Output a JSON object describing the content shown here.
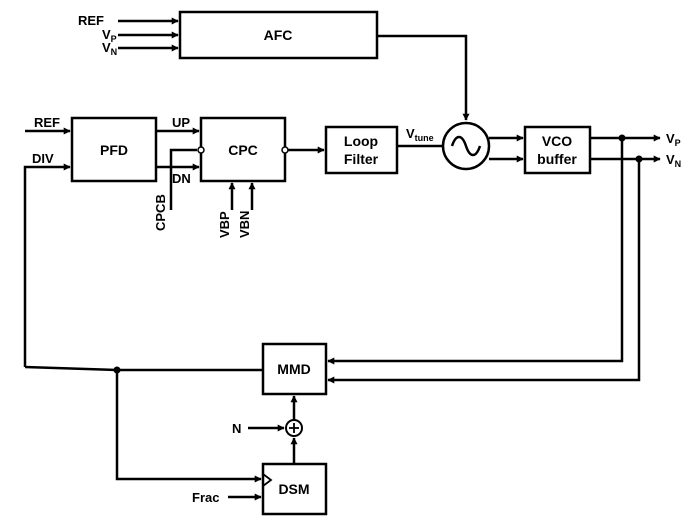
{
  "blocks": {
    "afc": "AFC",
    "pfd": "PFD",
    "cpc": "CPC",
    "loop_filter": {
      "line1": "Loop",
      "line2": "Filter"
    },
    "vco_buffer": {
      "line1": "VCO",
      "line2": "buffer"
    },
    "mmd": "MMD",
    "dsm": "DSM"
  },
  "signals": {
    "ref_afc": "REF",
    "vp_afc": {
      "main": "V",
      "sub": "P"
    },
    "vn_afc": {
      "main": "V",
      "sub": "N"
    },
    "ref_pfd": "REF",
    "div": "DIV",
    "up": "UP",
    "dn": "DN",
    "cpcb": "CPCB",
    "vbp": "VBP",
    "vbn": "VBN",
    "vtune": {
      "main": "V",
      "sub": "tune"
    },
    "vp_out": {
      "main": "V",
      "sub": "P"
    },
    "vn_out": {
      "main": "V",
      "sub": "N"
    },
    "n": "N",
    "frac": "Frac"
  },
  "colors": {
    "stroke": "#000000",
    "fill": "#ffffff"
  }
}
